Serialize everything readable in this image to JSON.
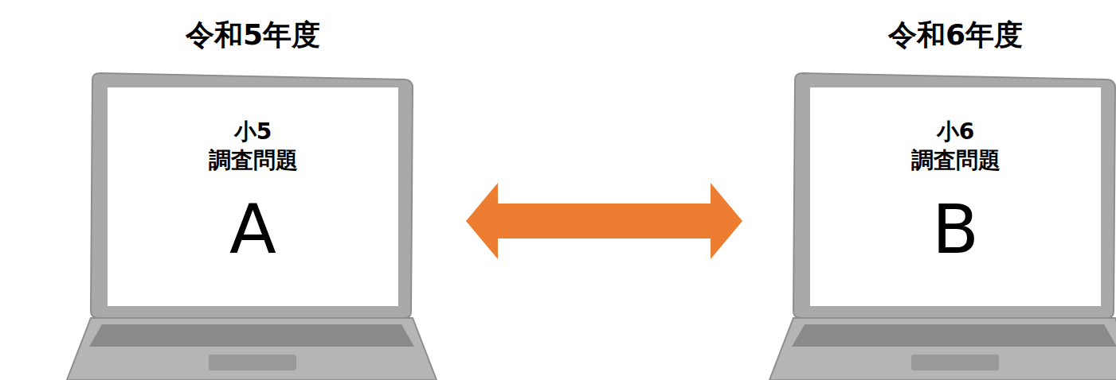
{
  "diagram": {
    "nodes": [
      {
        "text": [
          "令和5年度",
          "小5 調査問題",
          "A"
        ]
      },
      {
        "text": [
          "令和6年度",
          "小6 調査問題",
          "B"
        ]
      }
    ],
    "edges": [
      {
        "from": 0,
        "to": 1,
        "arrow": "both"
      }
    ]
  }
}
